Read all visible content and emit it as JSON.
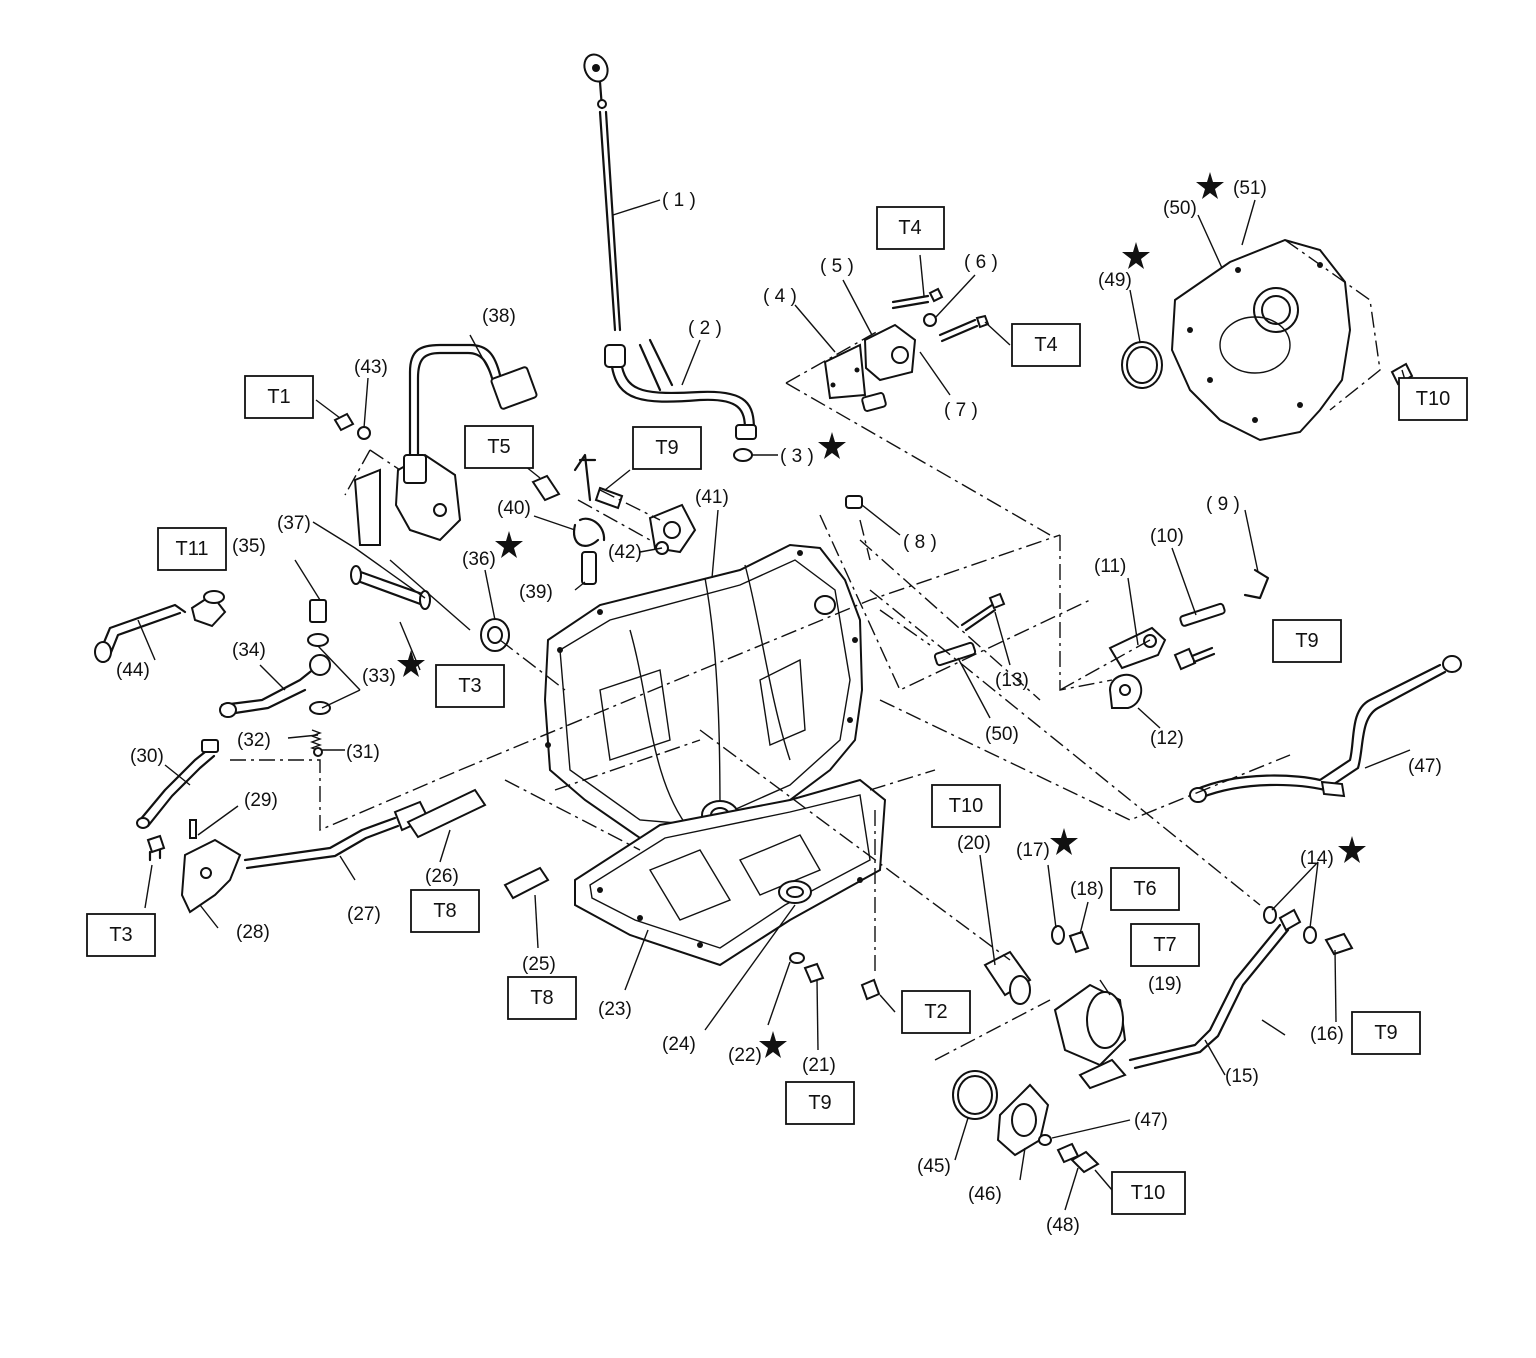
{
  "callouts": [
    {
      "id": "c1",
      "text": "( 1 )"
    },
    {
      "id": "c2",
      "text": "( 2 )"
    },
    {
      "id": "c3",
      "text": "( 3 )"
    },
    {
      "id": "c4",
      "text": "( 4 )"
    },
    {
      "id": "c5",
      "text": "( 5 )"
    },
    {
      "id": "c6",
      "text": "( 6 )"
    },
    {
      "id": "c7",
      "text": "( 7 )"
    },
    {
      "id": "c8",
      "text": "( 8 )"
    },
    {
      "id": "c9",
      "text": "( 9 )"
    },
    {
      "id": "c10",
      "text": "(10)"
    },
    {
      "id": "c11",
      "text": "(11)"
    },
    {
      "id": "c12",
      "text": "(12)"
    },
    {
      "id": "c13",
      "text": "(13)"
    },
    {
      "id": "c14",
      "text": "(14)"
    },
    {
      "id": "c15",
      "text": "(15)"
    },
    {
      "id": "c16",
      "text": "(16)"
    },
    {
      "id": "c17",
      "text": "(17)"
    },
    {
      "id": "c18",
      "text": "(18)"
    },
    {
      "id": "c19",
      "text": "(19)"
    },
    {
      "id": "c20",
      "text": "(20)"
    },
    {
      "id": "c21",
      "text": "(21)"
    },
    {
      "id": "c22",
      "text": "(22)"
    },
    {
      "id": "c23",
      "text": "(23)"
    },
    {
      "id": "c24",
      "text": "(24)"
    },
    {
      "id": "c25",
      "text": "(25)"
    },
    {
      "id": "c26",
      "text": "(26)"
    },
    {
      "id": "c27",
      "text": "(27)"
    },
    {
      "id": "c28",
      "text": "(28)"
    },
    {
      "id": "c29",
      "text": "(29)"
    },
    {
      "id": "c30",
      "text": "(30)"
    },
    {
      "id": "c31",
      "text": "(31)"
    },
    {
      "id": "c32",
      "text": "(32)"
    },
    {
      "id": "c33",
      "text": "(33)"
    },
    {
      "id": "c34",
      "text": "(34)"
    },
    {
      "id": "c35",
      "text": "(35)"
    },
    {
      "id": "c36",
      "text": "(36)"
    },
    {
      "id": "c37",
      "text": "(37)"
    },
    {
      "id": "c38",
      "text": "(38)"
    },
    {
      "id": "c39",
      "text": "(39)"
    },
    {
      "id": "c40",
      "text": "(40)"
    },
    {
      "id": "c41",
      "text": "(41)"
    },
    {
      "id": "c42",
      "text": "(42)"
    },
    {
      "id": "c43",
      "text": "(43)"
    },
    {
      "id": "c44",
      "text": "(44)"
    },
    {
      "id": "c45",
      "text": "(45)"
    },
    {
      "id": "c46",
      "text": "(46)"
    },
    {
      "id": "c47a",
      "text": "(47)"
    },
    {
      "id": "c47b",
      "text": "(47)"
    },
    {
      "id": "c48",
      "text": "(48)"
    },
    {
      "id": "c49",
      "text": "(49)"
    },
    {
      "id": "c50a",
      "text": "(50)"
    },
    {
      "id": "c50b",
      "text": "(50)"
    },
    {
      "id": "c51",
      "text": "(51)"
    }
  ],
  "torque_labels": [
    {
      "id": "t4a",
      "text": "T4"
    },
    {
      "id": "t4b",
      "text": "T4"
    },
    {
      "id": "t1",
      "text": "T1"
    },
    {
      "id": "t5",
      "text": "T5"
    },
    {
      "id": "t9a",
      "text": "T9"
    },
    {
      "id": "t11",
      "text": "T11"
    },
    {
      "id": "t3a",
      "text": "T3"
    },
    {
      "id": "t9b",
      "text": "T9"
    },
    {
      "id": "t10a",
      "text": "T10"
    },
    {
      "id": "t10b",
      "text": "T10"
    },
    {
      "id": "t6",
      "text": "T6"
    },
    {
      "id": "t7",
      "text": "T7"
    },
    {
      "id": "t3b",
      "text": "T3"
    },
    {
      "id": "t8a",
      "text": "T8"
    },
    {
      "id": "t8b",
      "text": "T8"
    },
    {
      "id": "t2",
      "text": "T2"
    },
    {
      "id": "t9c",
      "text": "T9"
    },
    {
      "id": "t9d",
      "text": "T9"
    },
    {
      "id": "t10c",
      "text": "T10"
    }
  ]
}
